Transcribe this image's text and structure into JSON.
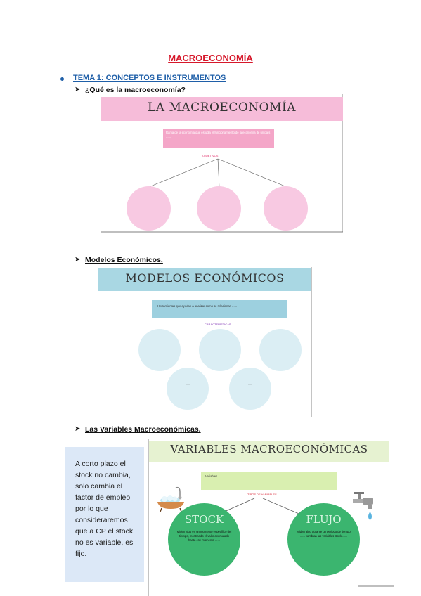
{
  "title": "MACROECONOMÍA",
  "section": "TEMA 1: CONCEPTOS E INSTRUMENTOS",
  "arrow_glyph": "➤",
  "subsections": [
    "¿Qué es la macroeconomía?",
    "Modelos Económicos.",
    "Las Variables Macroeconómicas."
  ],
  "slide1": {
    "title": "LA MACROECONOMÍA",
    "box": "Rama de la economía que estudia el funcionamiento de la economía de un país ......",
    "label": "OBJETIVOS",
    "circles": [
      "......",
      "......",
      "......"
    ]
  },
  "slide2": {
    "title": "MODELOS ECONÓMICOS",
    "box": "Herramientas que ayudan a analizar como se relacionan ......",
    "label": "CARACTERÍSTICAS",
    "circles": [
      "......",
      "......",
      "......",
      "......",
      "......"
    ]
  },
  "slide3": {
    "title": "VARIABLES MACROECONÓMICAS",
    "box": "Variables ...... ......",
    "label": "TIPOS DE VARIABLES",
    "stock_title": "STOCK",
    "stock_text": "Miden algo en un momento específico del tiempo, mostrando el valor acumulado hasta ese momento ......",
    "flujo_title": "FLUJO",
    "flujo_text": "Miden algo durante un periodo de tiempo ...... cambian las variables stock ......"
  },
  "note": "A corto plazo el stock no cambia, solo cambia el factor de empleo por lo que consideraremos que a CP el stock no es variable, es fijo."
}
